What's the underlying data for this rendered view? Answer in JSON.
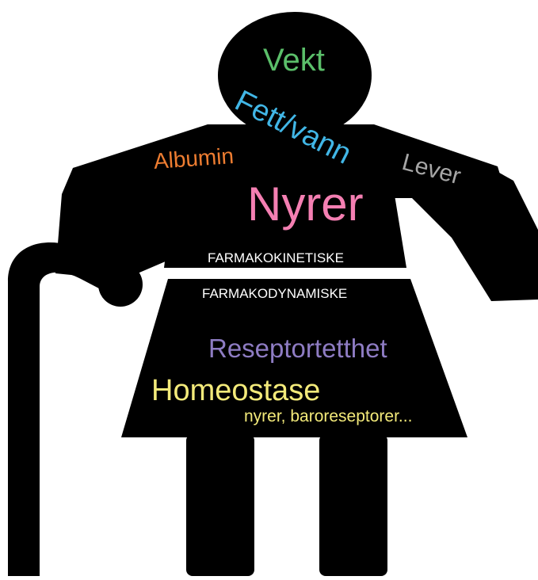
{
  "colors": {
    "silhouette": "#000000",
    "background": "#ffffff",
    "vekt": "#5bbf6a",
    "fett_vann": "#41b6e6",
    "albumin": "#ee7d31",
    "lever": "#a6a6a6",
    "nyrer": "#f47fb2",
    "section_labels": "#ffffff",
    "reseptortetthet": "#8e7cc3",
    "homeostase": "#f3ea7a"
  },
  "labels": {
    "vekt": "Vekt",
    "fett_vann": "Fett/vann",
    "albumin": "Albumin",
    "lever": "Lever",
    "nyrer": "Nyrer",
    "farmakokinetiske": "FARMAKOKINETISKE",
    "farmakodynamiske": "FARMAKODYNAMISKE",
    "reseptortetthet": "Reseptortetthet",
    "homeostase": "Homeostase",
    "homeostase_sub": "nyrer, baroreseptorer..."
  }
}
